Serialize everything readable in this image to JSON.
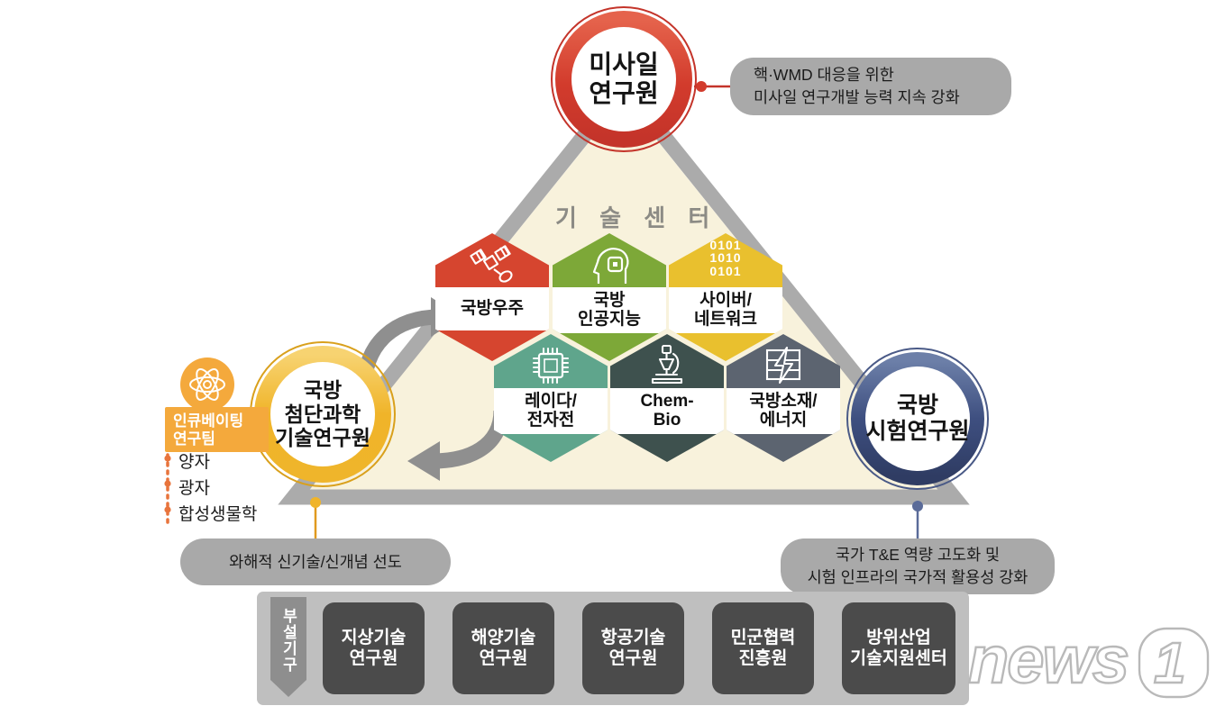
{
  "diagram": {
    "center_title": "기 술 센 터",
    "top_node": {
      "label_line1": "미사일",
      "label_line2": "연구원",
      "color": "#D23B2C",
      "callout": {
        "line1": "핵·WMD 대응을 위한",
        "line2": "미사일 연구개발 능력 지속 강화"
      }
    },
    "left_node": {
      "label_line1": "국방",
      "label_line2": "첨단과학",
      "label_line3": "기술연구원",
      "color": "#F0B429",
      "callout": {
        "line1": "와해적 신기술/신개념 선도"
      },
      "badge": {
        "icon": "atom-icon",
        "label_line1": "인큐베이팅",
        "label_line2": "연구팀",
        "color": "#F4A93C",
        "items": [
          "양자",
          "광자",
          "합성생물학"
        ]
      }
    },
    "right_node": {
      "label_line1": "국방",
      "label_line2": "시험연구원",
      "color": "#3E4F80",
      "callout": {
        "line1": "국가 T&E 역량 고도화 및",
        "line2": "시험 인프라의 국가적 활용성 강화"
      }
    },
    "hexagons": [
      {
        "id": "defense-space",
        "icon": "satellite-icon",
        "color": "#D6452F",
        "label_line1": "국방우주",
        "label_line2": ""
      },
      {
        "id": "defense-ai",
        "icon": "brain-chip-icon",
        "color": "#7DA838",
        "label_line1": "국방",
        "label_line2": "인공지능"
      },
      {
        "id": "cyber-network",
        "icon": "binary-icon",
        "color": "#E9C02E",
        "label_line1": "사이버/",
        "label_line2": "네트워크",
        "binary_rows": [
          "0101",
          "1010",
          "0101"
        ]
      },
      {
        "id": "radar-ew",
        "icon": "chip-icon",
        "color": "#5FA58C",
        "label_line1": "레이다/",
        "label_line2": "전자전"
      },
      {
        "id": "chem-bio",
        "icon": "microscope-icon",
        "color": "#3E514E",
        "label_line1": "Chem-",
        "label_line2": "Bio"
      },
      {
        "id": "materials-energy",
        "icon": "energy-bolt-icon",
        "color": "#5C6470",
        "label_line1": "국방소재/",
        "label_line2": "에너지"
      }
    ],
    "bottom_bar": {
      "section_label": "부설기구",
      "items": [
        {
          "line1": "지상기술",
          "line2": "연구원"
        },
        {
          "line1": "해양기술",
          "line2": "연구원"
        },
        {
          "line1": "항공기술",
          "line2": "연구원"
        },
        {
          "line1": "민군협력",
          "line2": "진흥원"
        },
        {
          "line1": "방위산업",
          "line2": "기술지원센터"
        }
      ]
    },
    "watermark": "news1"
  }
}
